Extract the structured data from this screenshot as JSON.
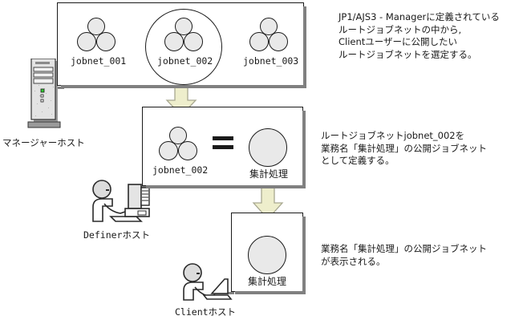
{
  "diagram": {
    "title": "JP1/AJS3 public jobnet definition flow",
    "colors": {
      "arrow_fill": "#eeeecc",
      "arrow_stroke": "#9a9a80",
      "node_fill": "#e9e9e9",
      "node_stroke": "#1a1a1a",
      "box_stroke": "#1a1a1a",
      "box_shadow": "#808080",
      "host_fill": "#e0e0e0",
      "led_green": "#33cc33"
    }
  },
  "manager_box": {
    "name": "manager-jobnet-list",
    "jobnets": [
      {
        "label": "jobnet_001",
        "selected": false
      },
      {
        "label": "jobnet_002",
        "selected": true
      },
      {
        "label": "jobnet_003",
        "selected": false
      }
    ]
  },
  "definer_box": {
    "name": "definer-mapping",
    "source_label": "jobnet_002",
    "operator": "=",
    "target_label": "集計処理"
  },
  "client_box": {
    "name": "client-published-jobnet",
    "label": "集計処理"
  },
  "hosts": [
    {
      "id": "manager-host",
      "label": "マネージャーホスト",
      "icon": "tower-server-icon"
    },
    {
      "id": "definer-host",
      "label": "Definerホスト",
      "icon": "person-at-desktop-icon"
    },
    {
      "id": "client-host",
      "label": "Clientホスト",
      "icon": "person-at-laptop-icon"
    }
  ],
  "descriptions": [
    {
      "id": "step-1",
      "lines": [
        "JP1/AJS3 - Managerに定義されている",
        "ルートジョブネットの中から,",
        "Clientユーザーに公開したい",
        "ルートジョブネットを選定する。"
      ]
    },
    {
      "id": "step-2",
      "lines": [
        "ルートジョブネットjobnet_002を",
        "業務名「集計処理」の公開ジョブネット",
        "として定義する。"
      ]
    },
    {
      "id": "step-3",
      "lines": [
        "業務名「集計処理」の公開ジョブネット",
        "が表示される。"
      ]
    }
  ],
  "arrows": [
    {
      "id": "arrow-manager-to-definer",
      "direction": "down"
    },
    {
      "id": "arrow-definer-to-client",
      "direction": "down"
    }
  ]
}
